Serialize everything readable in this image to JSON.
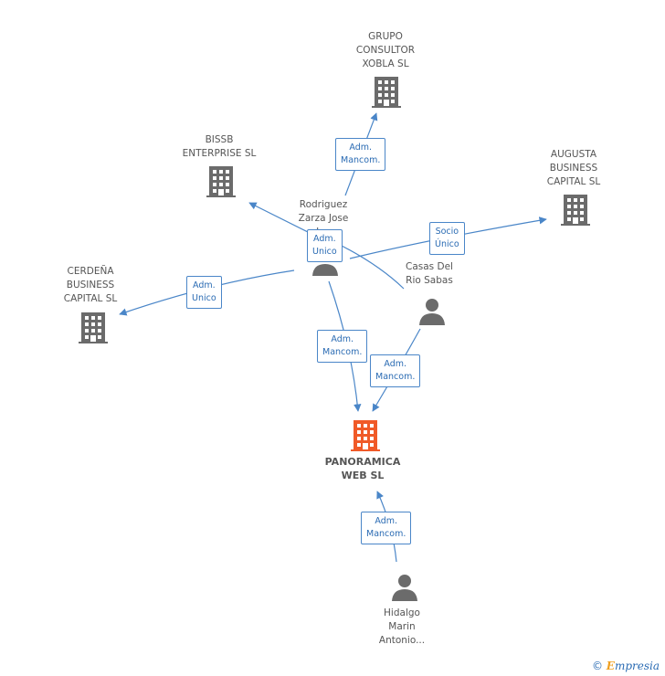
{
  "colors": {
    "edge": "#4a86c8",
    "company": "#6b6b6b",
    "focus": "#f05a28",
    "person": "#6b6b6b"
  },
  "nodes": {
    "grupo": {
      "label": "GRUPO\nCONSULTOR\nXOBLA SL"
    },
    "bissb": {
      "label": "BISSB\nENTERPRISE SL"
    },
    "augusta": {
      "label": "AUGUSTA\nBUSINESS\nCAPITAL SL"
    },
    "cerdena": {
      "label": "CERDEÑA\nBUSINESS\nCAPITAL SL"
    },
    "rodriguez": {
      "label": "Rodriguez\nZarza Jose\nL..."
    },
    "casas": {
      "label": "Casas Del\nRio Sabas"
    },
    "panoramica": {
      "label": "PANORAMICA\nWEB SL"
    },
    "hidalgo": {
      "label": "Hidalgo\nMarin\nAntonio..."
    }
  },
  "edge_labels": {
    "grupo": "Adm.\nMancom.",
    "bissb": "Adm.\nUnico",
    "augusta": "Socio\nÚnico",
    "cerdena": "Adm.\nUnico",
    "rod_pan": "Adm.\nMancom.",
    "casas_pan": "Adm.\nMancom.",
    "hidalgo_pan": "Adm.\nMancom."
  },
  "footer": {
    "copyright": "©",
    "brand_initial": "E",
    "brand_rest": "mpresia"
  }
}
